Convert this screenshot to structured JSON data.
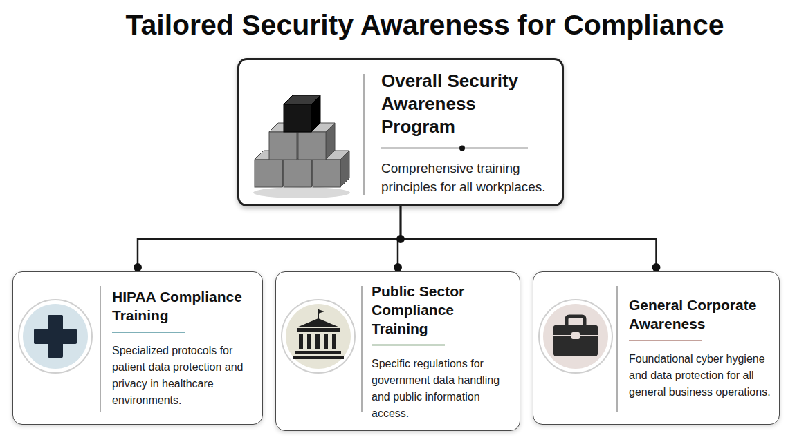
{
  "diagram": {
    "title": "Tailored Security Awareness for Compliance",
    "nodes": [
      {
        "text": [
          "Overall Security Awareness Program",
          "Comprehensive training principles for all workplaces."
        ]
      },
      {
        "text": [
          "HIPAA Compliance Training",
          "Specialized protocols for patient data protection and privacy in healthcare environments."
        ]
      },
      {
        "text": [
          "Public Sector Compliance Training",
          "Specific regulations for government data handling and public information access."
        ]
      },
      {
        "text": [
          "General Corporate Awareness",
          "Foundational cyber hygiene and data protection for all general business operations."
        ]
      }
    ],
    "edges": [
      {
        "from": 0,
        "to": 1,
        "arrow": "none"
      },
      {
        "from": 0,
        "to": 2,
        "arrow": "none"
      },
      {
        "from": 0,
        "to": 3,
        "arrow": "none"
      }
    ]
  }
}
